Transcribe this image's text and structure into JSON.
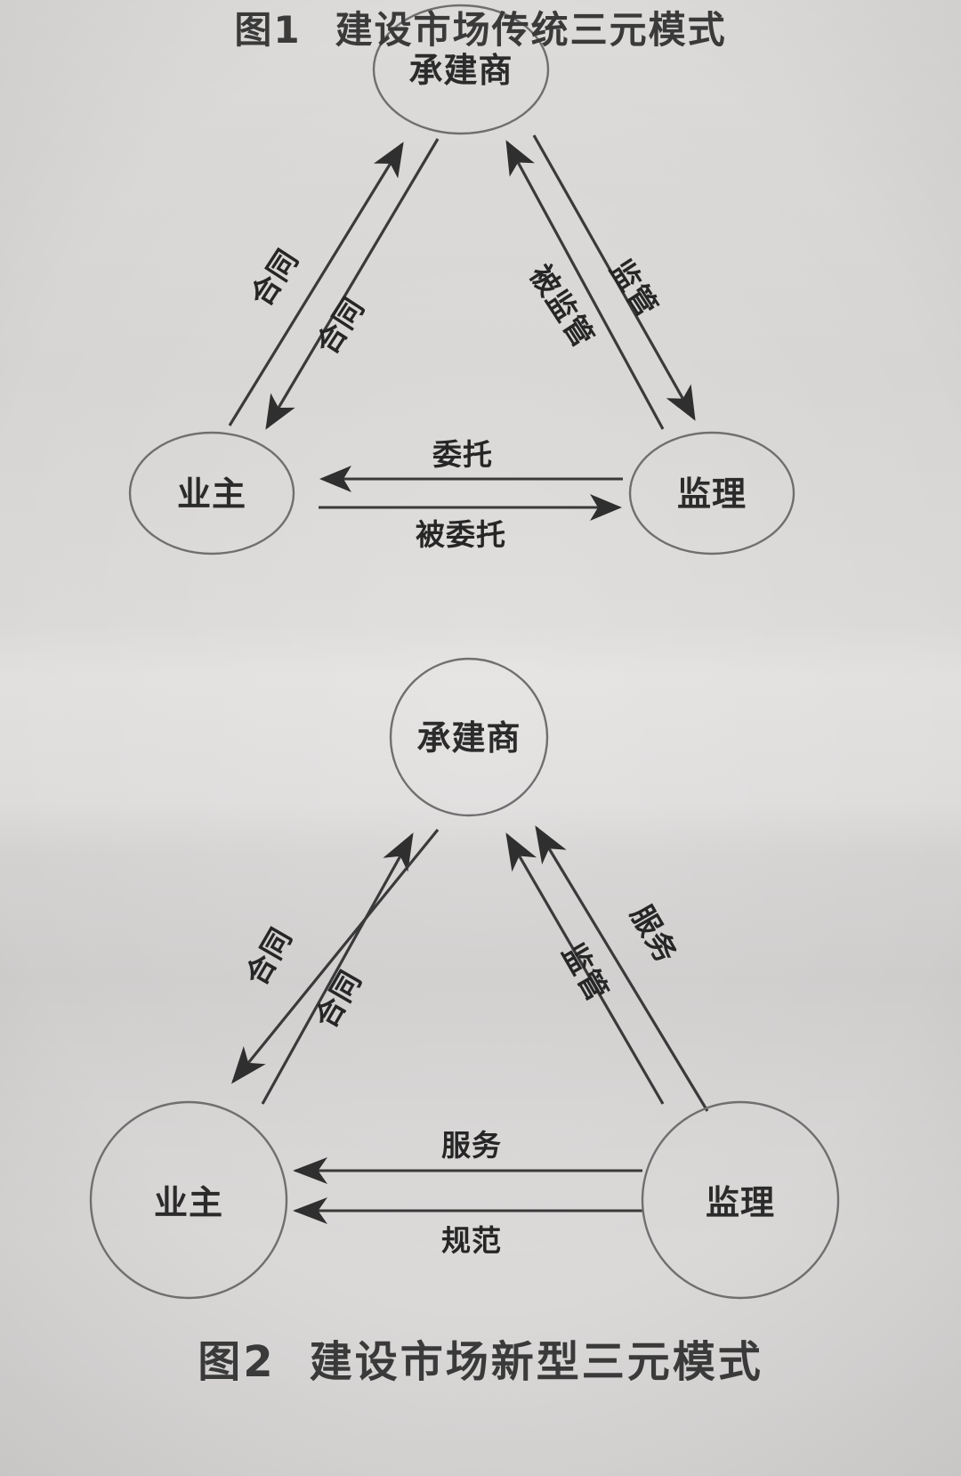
{
  "document": {
    "type": "scanned-book-page",
    "language": "zh",
    "figure_count": 2
  },
  "figure1": {
    "caption_number": "图1",
    "caption_text": "建设市场传统三元模式",
    "nodes": [
      {
        "id": "contractor",
        "label": "承建商",
        "shape": "ellipse",
        "position": "top"
      },
      {
        "id": "owner",
        "label": "业主",
        "shape": "ellipse",
        "position": "bottom-left"
      },
      {
        "id": "supervisor",
        "label": "监理",
        "shape": "ellipse",
        "position": "bottom-right"
      }
    ],
    "edges": [
      {
        "id": "owner-to-contractor",
        "label": "合同",
        "from": "owner",
        "to": "contractor",
        "side": "left-outer"
      },
      {
        "id": "contractor-to-owner",
        "label": "合同",
        "from": "contractor",
        "to": "owner",
        "side": "left-inner"
      },
      {
        "id": "contractor-to-supervisor",
        "label": "被监管",
        "from": "contractor",
        "to": "supervisor",
        "side": "right-inner"
      },
      {
        "id": "supervisor-to-contractor",
        "label": "监管",
        "from": "supervisor",
        "to": "contractor",
        "side": "right-outer"
      },
      {
        "id": "supervisor-to-owner",
        "label": "委托",
        "from": "supervisor",
        "to": "owner",
        "side": "bottom-upper"
      },
      {
        "id": "owner-to-supervisor",
        "label": "被委托",
        "from": "owner",
        "to": "supervisor",
        "side": "bottom-lower"
      }
    ]
  },
  "figure2": {
    "caption_number": "图2",
    "caption_text": "建设市场新型三元模式",
    "nodes": [
      {
        "id": "contractor",
        "label": "承建商",
        "shape": "circle",
        "position": "top"
      },
      {
        "id": "owner",
        "label": "业主",
        "shape": "circle",
        "position": "bottom-left"
      },
      {
        "id": "supervisor",
        "label": "监理",
        "shape": "circle",
        "position": "bottom-right"
      }
    ],
    "edges": [
      {
        "id": "owner-to-contractor",
        "label": "合同",
        "from": "owner",
        "to": "contractor",
        "side": "left-outer"
      },
      {
        "id": "contractor-to-owner",
        "label": "合同",
        "from": "contractor",
        "to": "owner",
        "side": "left-inner"
      },
      {
        "id": "supervisor-to-contractor-1",
        "label": "监管",
        "from": "supervisor",
        "to": "contractor",
        "side": "right-inner"
      },
      {
        "id": "supervisor-to-contractor-2",
        "label": "服务",
        "from": "supervisor",
        "to": "contractor",
        "side": "right-outer"
      },
      {
        "id": "supervisor-to-owner-1",
        "label": "服务",
        "from": "supervisor",
        "to": "owner",
        "side": "bottom-upper"
      },
      {
        "id": "supervisor-to-owner-2",
        "label": "规范",
        "from": "supervisor",
        "to": "owner",
        "side": "bottom-lower"
      }
    ]
  },
  "colors": {
    "paper": "#d9d9d7",
    "ink": "#2b2b2b",
    "node_stroke": "#6f6f6f",
    "edge_stroke": "#3a3a3a"
  }
}
